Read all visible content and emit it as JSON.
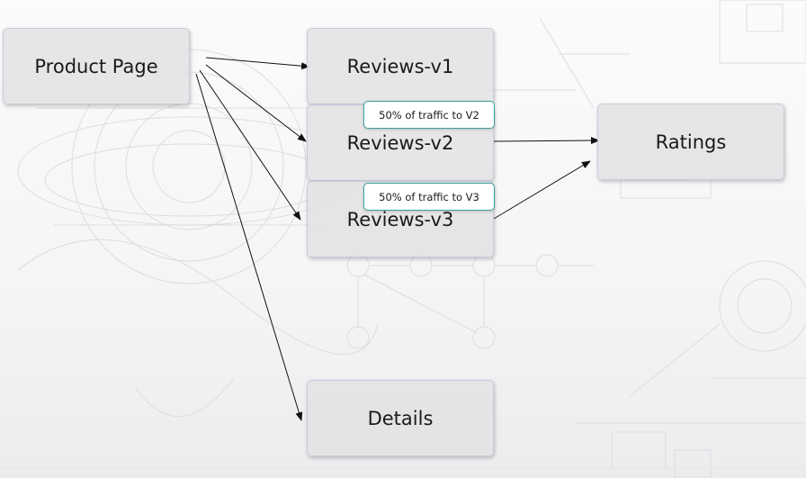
{
  "diagram": {
    "nodes": {
      "product_page": "Product Page",
      "reviews_v1": "Reviews-v1",
      "reviews_v2": "Reviews-v2",
      "reviews_v3": "Reviews-v3",
      "ratings": "Ratings",
      "details": "Details"
    },
    "callouts": {
      "v2": "50% of traffic to V2",
      "v3": "50% of traffic to V3"
    },
    "edges": [
      {
        "from": "product_page",
        "to": "reviews_v1"
      },
      {
        "from": "product_page",
        "to": "reviews_v2"
      },
      {
        "from": "product_page",
        "to": "reviews_v3"
      },
      {
        "from": "product_page",
        "to": "details"
      },
      {
        "from": "reviews_v2",
        "to": "ratings"
      },
      {
        "from": "reviews_v3",
        "to": "ratings"
      }
    ]
  },
  "colors": {
    "node_fill": "#e2e2e4",
    "node_border": "#c6cbdc",
    "callout_border": "#3aa39a",
    "arrow": "#111111"
  }
}
